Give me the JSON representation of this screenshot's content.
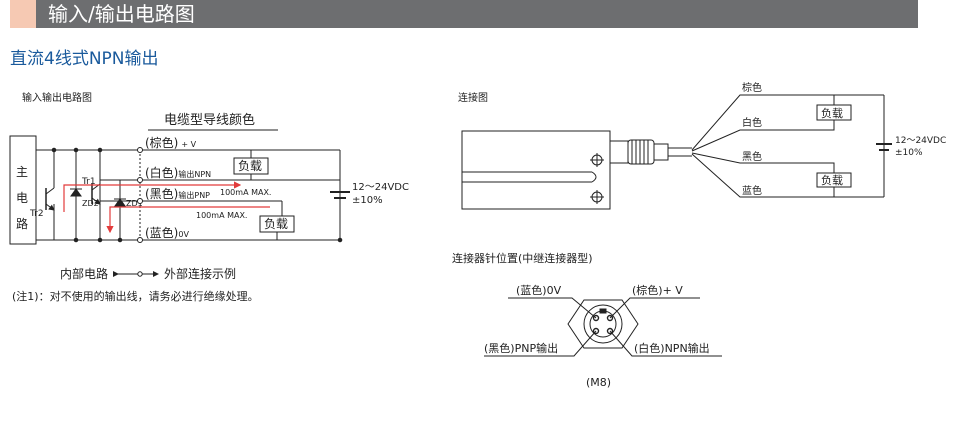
{
  "header": {
    "title": "输入/输出电路图"
  },
  "subtitle": "直流4线式NPN输出",
  "circuit": {
    "label": "输入输出电路图",
    "cable_color_title": "电缆型导线颜色",
    "main_circuit": [
      "主",
      "电",
      "路"
    ],
    "tr1": "Tr1",
    "tr2": "Tr2",
    "zd2": "ZD2",
    "zd1": "ZD1",
    "brown": "(棕色)",
    "brown_suffix": "+ V",
    "white": "(白色)",
    "white_suffix": "输出NPN",
    "black": "(黑色)",
    "black_suffix": "输出PNP",
    "blue": "(蓝色)",
    "blue_suffix": "0V",
    "load": "负载",
    "max_current": "100mA MAX.",
    "voltage": "12～24VDC",
    "tolerance": "±10%",
    "internal": "内部电路",
    "external": "外部连接示例",
    "note": "(注1)：对不使用的输出线，请务必进行绝缘处理。"
  },
  "connection": {
    "label": "连接图",
    "brown": "棕色",
    "white": "白色",
    "black": "黑色",
    "blue": "蓝色",
    "load": "负载",
    "voltage": "12～24VDC",
    "tolerance": "±10%"
  },
  "pinout": {
    "label": "连接器针位置(中继连接器型)",
    "blue": "(蓝色)0V",
    "brown": "(棕色)+ V",
    "black": "(黑色)PNP输出",
    "white": "(白色)NPN输出",
    "model": "(M8)"
  },
  "colors": {
    "header_bg": "#6d6e70",
    "accent": "#f6c9b3",
    "subtitle": "#1a5a9c",
    "current_arrow": "#e23b3b"
  }
}
